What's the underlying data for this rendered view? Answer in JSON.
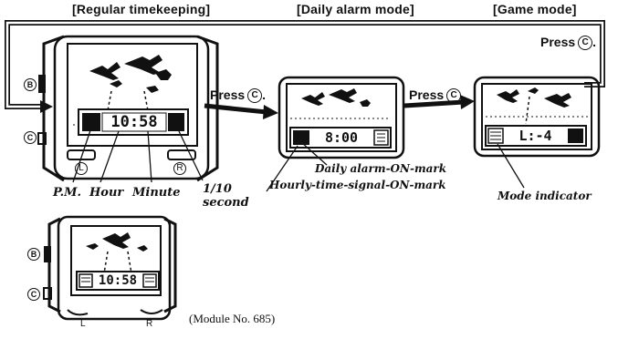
{
  "headers": {
    "regular": "[Regular timekeeping]",
    "alarm": "[Daily alarm mode]",
    "game": "[Game mode]"
  },
  "press": {
    "text": "Press",
    "button": "C",
    "suffix": "."
  },
  "watch1": {
    "display": "10:58",
    "button_b": "B",
    "button_c": "C",
    "button_l": "L",
    "button_r": "R"
  },
  "watch2": {
    "display": "8:00"
  },
  "watch3": {
    "display": "L:-4"
  },
  "watch4": {
    "display": "10:58",
    "button_b": "B",
    "button_c": "C",
    "button_l": "L",
    "button_r": "R"
  },
  "labels": {
    "pm": "P.M.",
    "hour": "Hour",
    "minute": "Minute",
    "tenth_line1": "1/10",
    "tenth_line2": "second",
    "daily_alarm": "Daily alarm-ON-mark",
    "hourly_signal": "Hourly-time-signal-ON-mark",
    "mode_indicator": "Mode indicator"
  },
  "module_note": "(Module No. 685)"
}
